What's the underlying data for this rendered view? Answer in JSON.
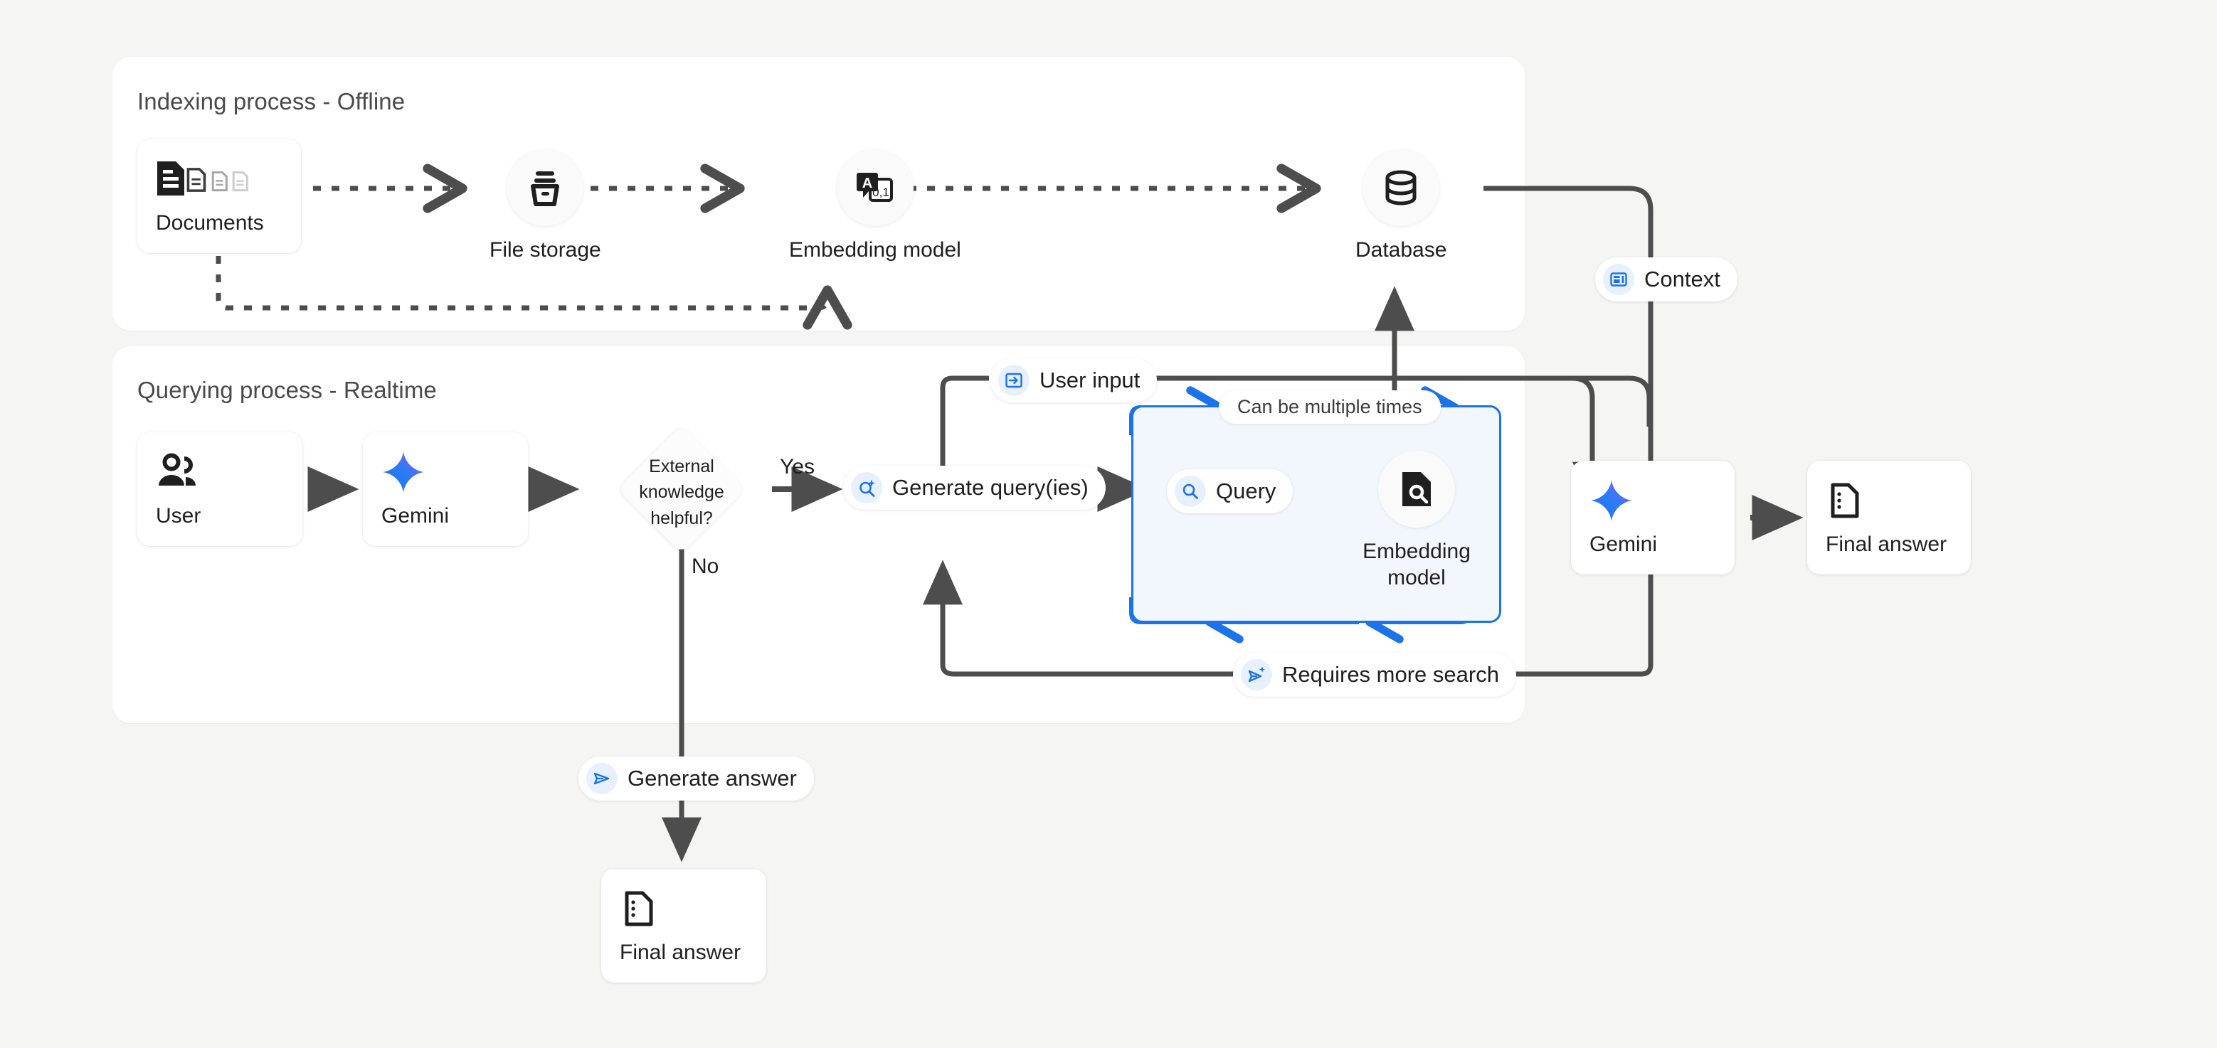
{
  "canvas": {
    "background": "#f5f5f3",
    "accent_blue": "#1a73e8",
    "line_gray": "#4d4d4d"
  },
  "panels": {
    "indexing": {
      "title": "Indexing process - Offline"
    },
    "querying": {
      "title": "Querying process - Realtime"
    }
  },
  "indexing": {
    "documents": {
      "label": "Documents",
      "icon": "documents-icon"
    },
    "file_storage": {
      "label": "File storage",
      "icon": "file-storage-icon"
    },
    "embedding_model": {
      "label": "Embedding model",
      "icon": "translate-embedding-icon"
    },
    "database": {
      "label": "Database",
      "icon": "database-icon"
    }
  },
  "querying": {
    "user": {
      "label": "User",
      "icon": "user-group-icon"
    },
    "gemini_left": {
      "label": "Gemini",
      "icon": "gemini-sparkle-icon"
    },
    "decision": {
      "label": "External knowledge helpful?",
      "line1": "External",
      "line2": "knowledge",
      "line3": "helpful?"
    },
    "yes_label": "Yes",
    "no_label": "No",
    "generate_queries": {
      "label": "Generate query(ies)",
      "icon": "search-sparkle-icon"
    },
    "loop": {
      "note": "Can be multiple times",
      "query_chip": {
        "label": "Query",
        "icon": "search-icon"
      },
      "embedding_model": {
        "label": "Embedding model",
        "line1": "Embedding",
        "line2": "model",
        "icon": "document-search-icon"
      }
    },
    "user_input_chip": {
      "label": "User input",
      "icon": "input-arrow-icon"
    },
    "requires_more_search_chip": {
      "label": "Requires more search",
      "icon": "send-sparkle-icon"
    },
    "generate_answer_chip": {
      "label": "Generate answer",
      "icon": "send-icon"
    },
    "context_chip": {
      "label": "Context",
      "icon": "article-icon"
    },
    "gemini_right": {
      "label": "Gemini",
      "icon": "gemini-sparkle-icon"
    },
    "final_answer_right": {
      "label": "Final answer",
      "icon": "answer-document-icon"
    },
    "final_answer_bottom": {
      "label": "Final answer",
      "icon": "answer-document-icon"
    }
  }
}
